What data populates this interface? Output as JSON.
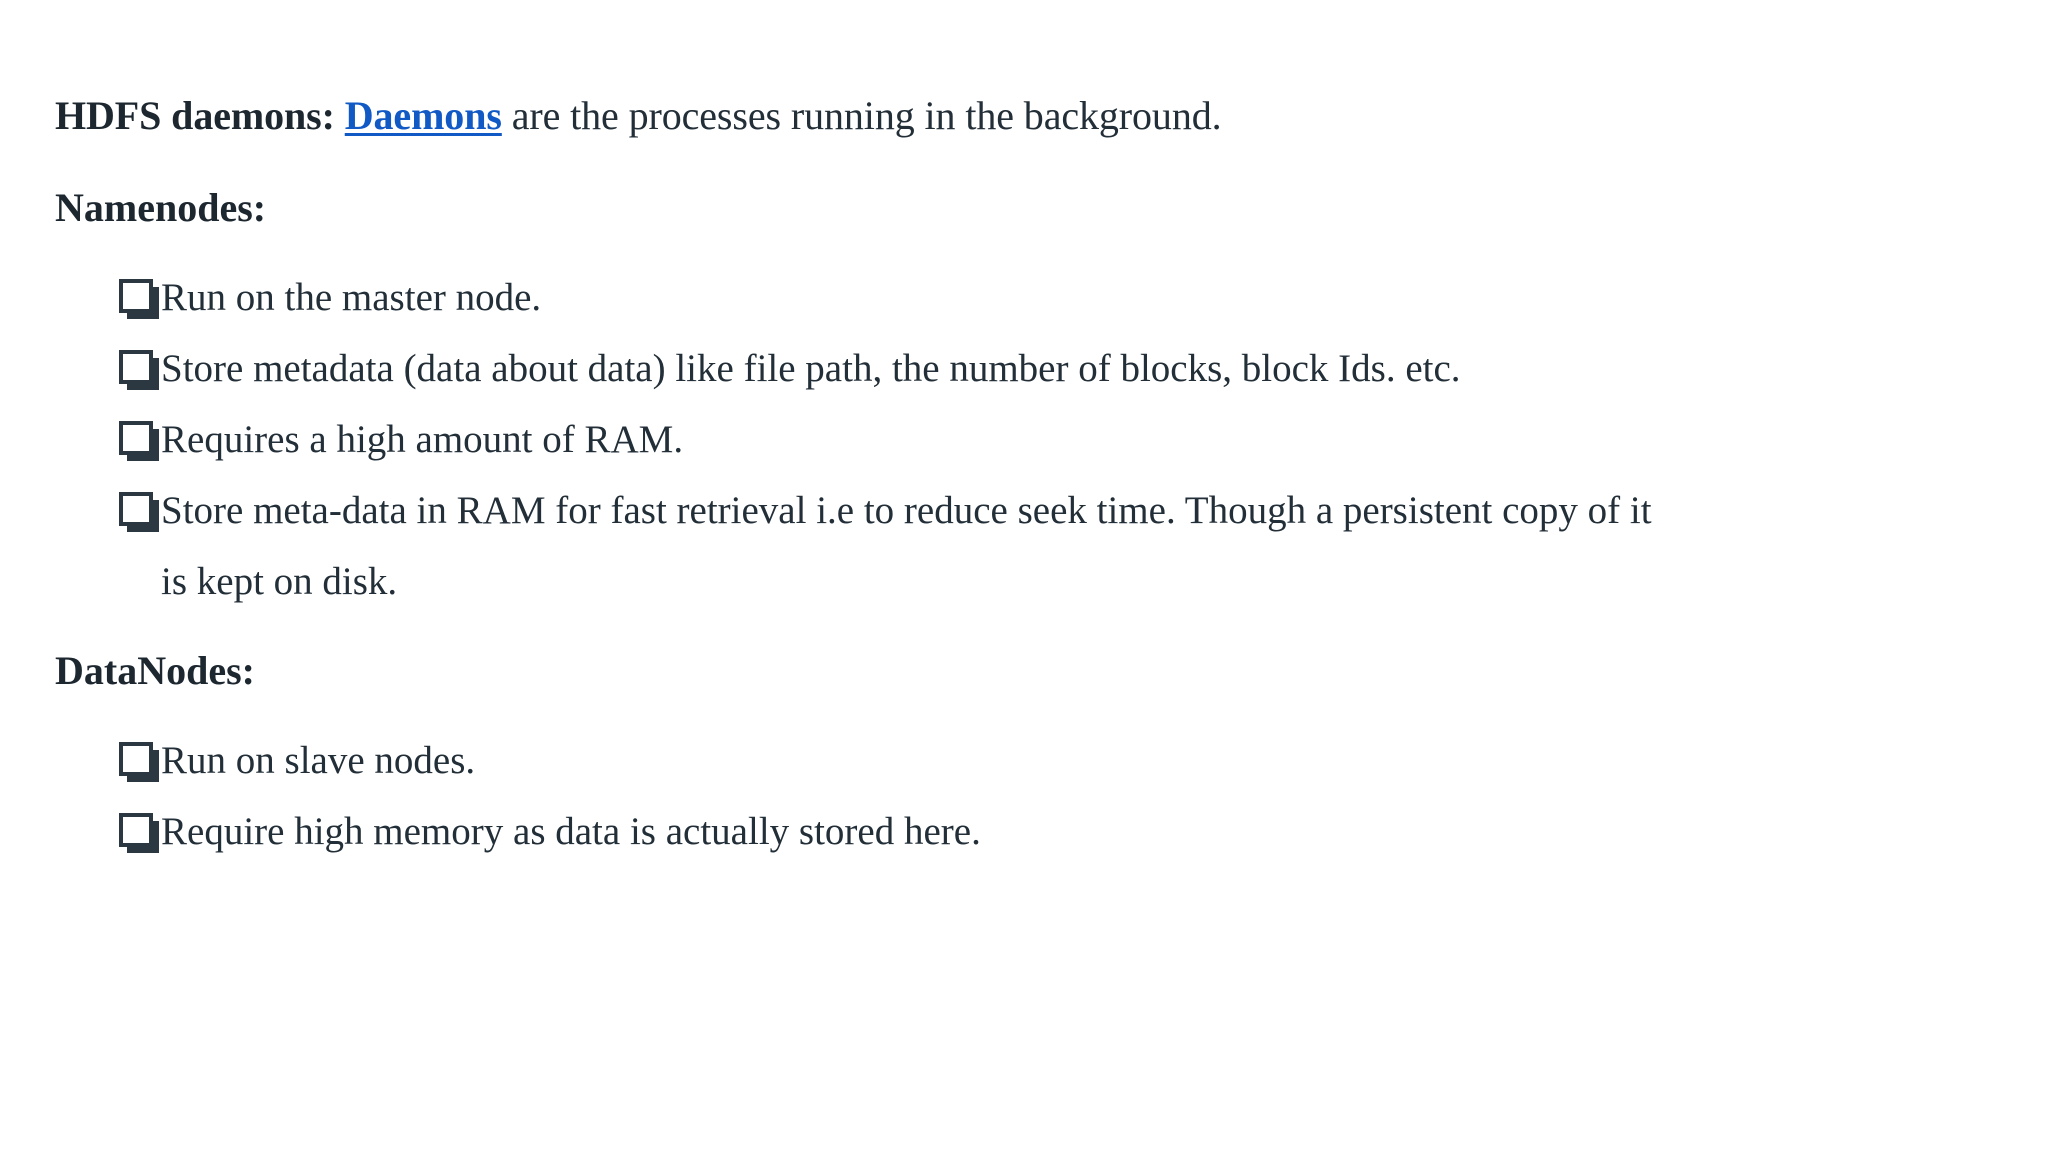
{
  "document": {
    "intro": {
      "lead": "HDFS daemons: ",
      "link": "Daemons",
      "rest": " are the processes running in the background.",
      "link_color": "#1159c4"
    },
    "bullet_glyph": "shadowed-white-square",
    "text_color": "#232f38",
    "heading_color": "#1d2730",
    "background": "#ffffff",
    "sections": [
      {
        "id": "namenodes",
        "heading": "Namenodes:",
        "bullets": [
          "Run on the master node.",
          "Store metadata (data about data) like file path, the number of blocks, block Ids. etc.",
          "Requires a high amount of RAM.",
          "Store meta-data in RAM for fast retrieval i.e to reduce seek time. Though a persistent copy of it is kept on disk."
        ]
      },
      {
        "id": "datanodes",
        "heading": "DataNodes:",
        "bullets": [
          "Run on slave nodes.",
          "Require high memory as data is actually stored here."
        ]
      }
    ]
  }
}
